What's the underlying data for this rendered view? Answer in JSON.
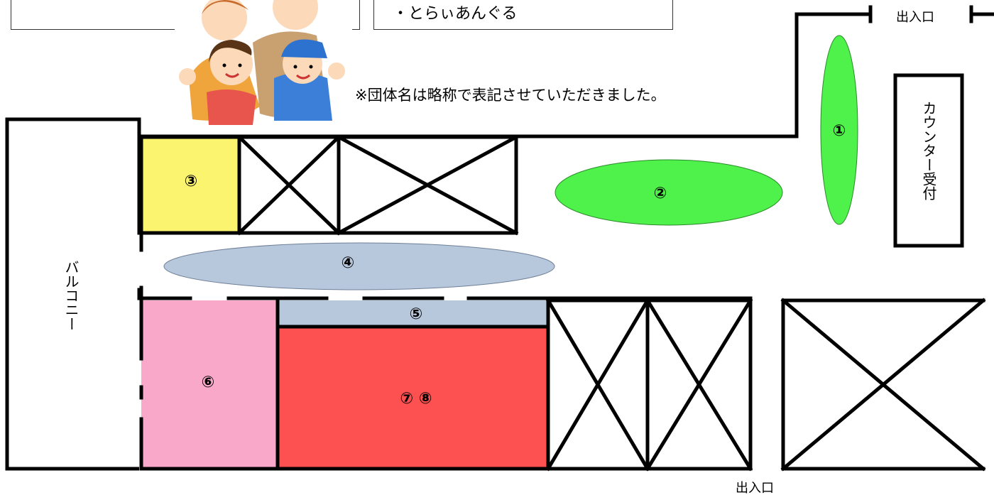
{
  "list_top_right": {
    "item": "・とらぃあんぐる"
  },
  "note": "※団体名は略称で表記させていただきました。",
  "entrance_label": "出入口",
  "counter_label": "カウンター受付",
  "balcony_label": "バルコニー",
  "zones": {
    "z1": "①",
    "z2": "②",
    "z3": "③",
    "z4": "④",
    "z5": "⑤",
    "z6": "⑥",
    "z78": "⑦ ⑧"
  },
  "colors": {
    "green": "#4ef24a",
    "yellow": "#fbf46e",
    "blue_gray": "#b7c7dc",
    "pink": "#f9a8c9",
    "red": "#fd5050"
  }
}
